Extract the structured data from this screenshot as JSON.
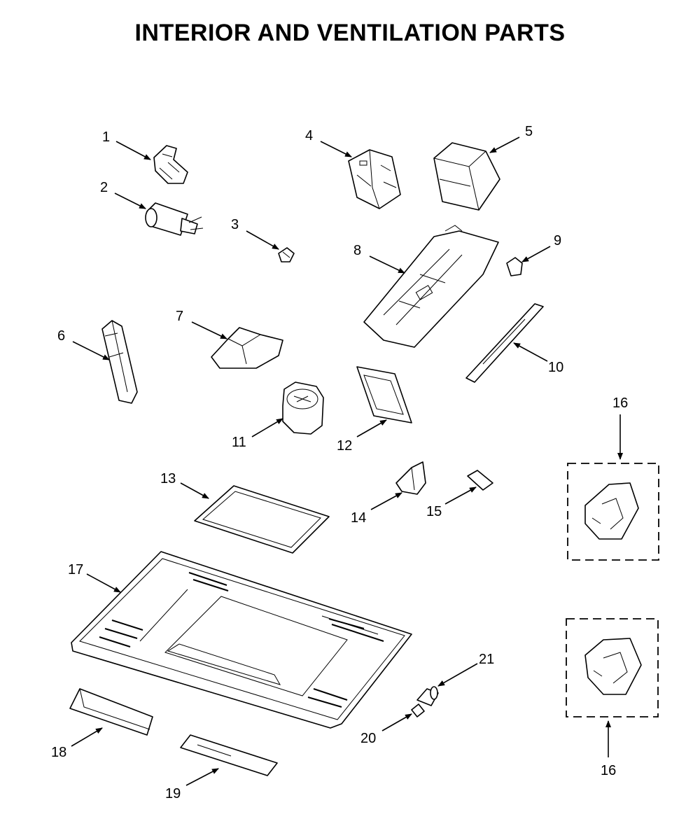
{
  "title": "INTERIOR AND VENTILATION PARTS",
  "callouts": {
    "c1": "1",
    "c2": "2",
    "c3": "3",
    "c4": "4",
    "c5": "5",
    "c6": "6",
    "c7": "7",
    "c8": "8",
    "c9": "9",
    "c10": "10",
    "c11": "11",
    "c12": "12",
    "c13": "13",
    "c14": "14",
    "c15": "15",
    "c16a": "16",
    "c16b": "16",
    "c17": "17",
    "c18": "18",
    "c19": "19",
    "c20": "20",
    "c21": "21"
  }
}
